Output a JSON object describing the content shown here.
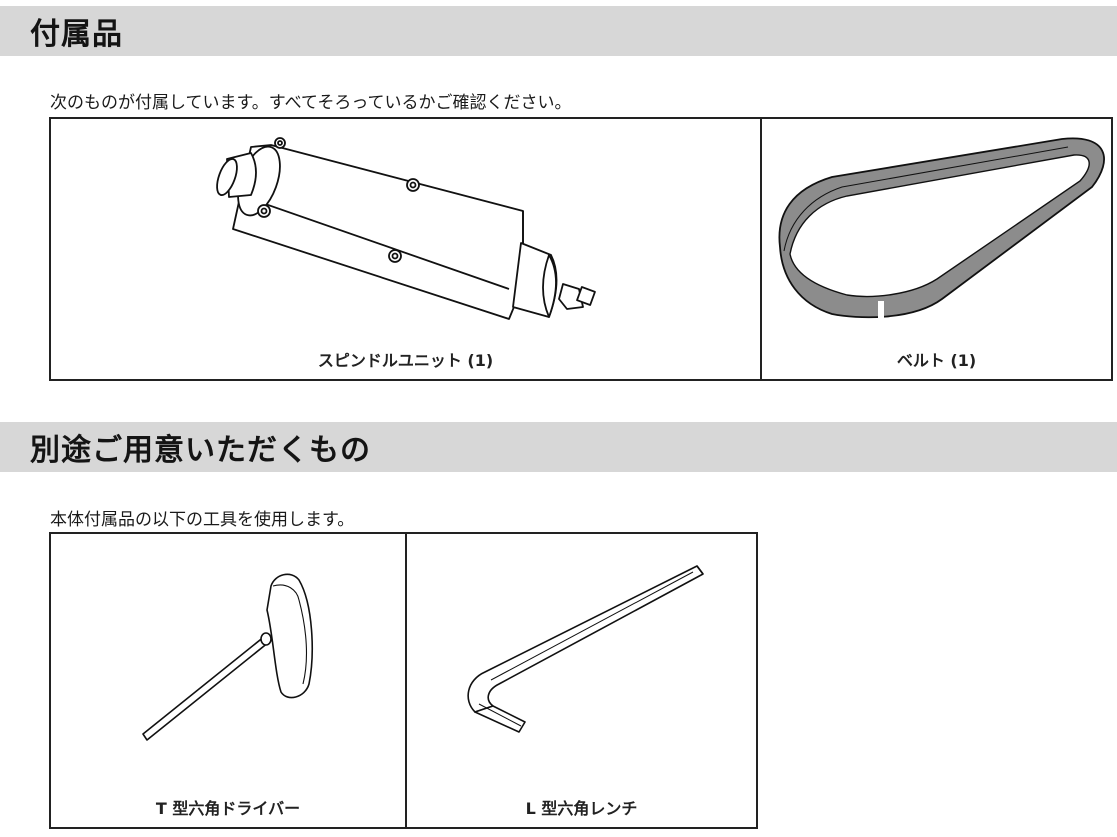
{
  "sections": {
    "included": {
      "title": "付属品",
      "intro": "次のものが付属しています。すべてそろっているかご確認ください。",
      "items": [
        {
          "label": "スピンドルユニット (1)",
          "icon": "spindle-unit-icon"
        },
        {
          "label": "ベルト (1)",
          "icon": "belt-icon"
        }
      ]
    },
    "required": {
      "title": "別途ご用意いただくもの",
      "intro": "本体付属品の以下の工具を使用します。",
      "items": [
        {
          "label": "T 型六角ドライバー",
          "icon": "t-hex-driver-icon"
        },
        {
          "label": "L 型六角レンチ",
          "icon": "l-hex-wrench-icon"
        }
      ]
    }
  },
  "colors": {
    "header_bar": "#d7d7d7",
    "border": "#222222",
    "belt_fill": "#8c8c8c"
  }
}
